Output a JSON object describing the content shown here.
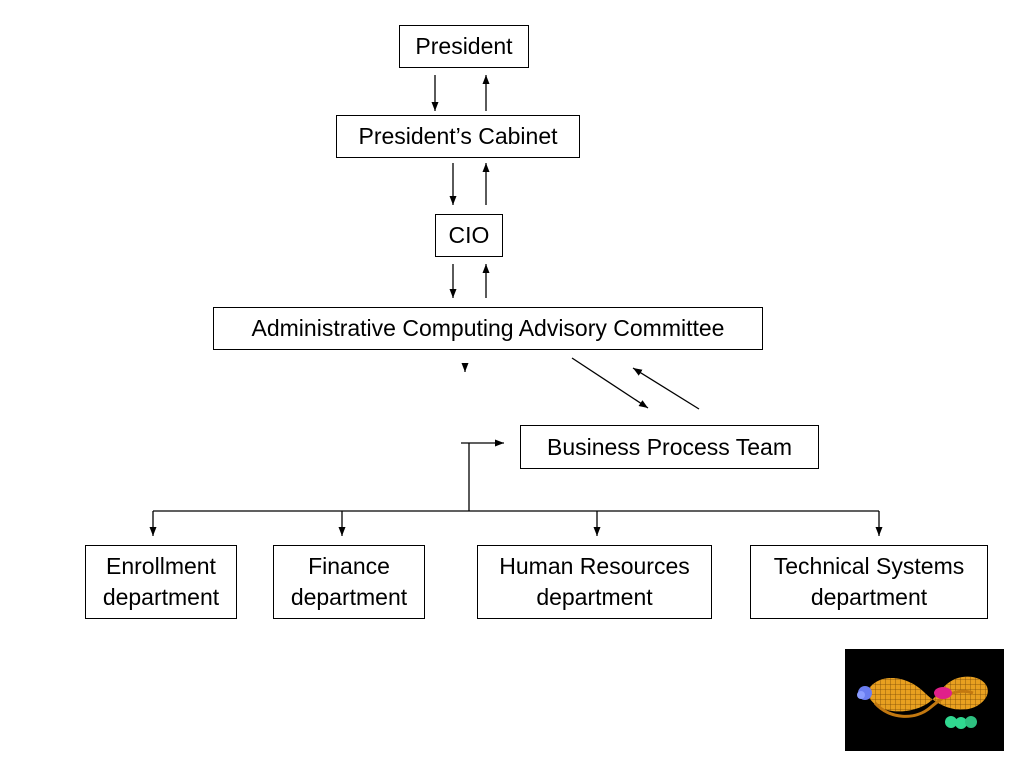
{
  "org_chart": {
    "president": "President",
    "cabinet": "President’s Cabinet",
    "cio": "CIO",
    "advisory_committee": "Administrative Computing Advisory Committee",
    "business_process_team": "Business Process Team",
    "departments": [
      {
        "line1": "Enrollment",
        "line2": "department"
      },
      {
        "line1": "Finance",
        "line2": "department"
      },
      {
        "line1": "Human Resources",
        "line2": "department"
      },
      {
        "line1": "Technical Systems",
        "line2": "department"
      }
    ]
  },
  "logo": {
    "icon": "mobius-strip-icon",
    "colors": {
      "band": "#e8a020",
      "sphere_blue": "#6a7df0",
      "sphere_magenta": "#e0208a",
      "sphere_green": "#30d890",
      "background": "#000000"
    }
  }
}
